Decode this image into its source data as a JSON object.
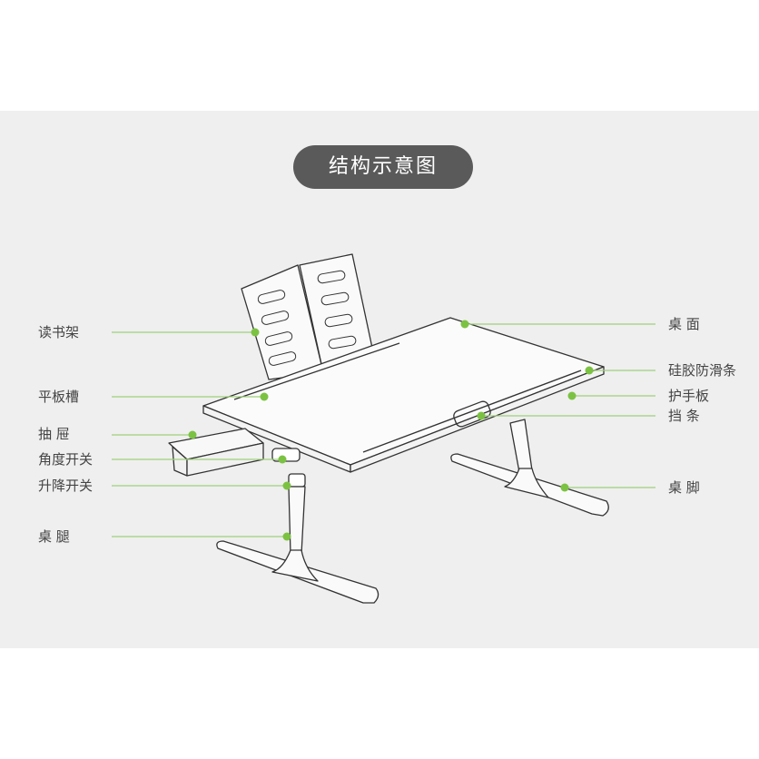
{
  "title": "结构示意图",
  "colors": {
    "accent": "#7cc242",
    "pill": "#5a5a5a",
    "text": "#444444"
  },
  "left_labels": [
    "读书架",
    "平板槽",
    "抽 屉",
    "角度开关",
    "升降开关",
    "桌 腿"
  ],
  "right_labels": [
    "桌 面",
    "硅胶防滑条",
    "护手板",
    "挡 条",
    "桌 脚"
  ]
}
